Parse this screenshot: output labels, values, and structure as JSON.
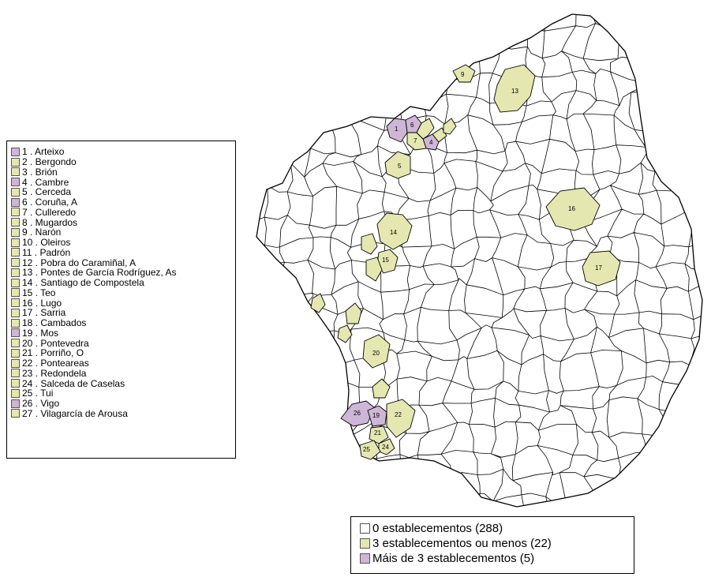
{
  "colors": {
    "none": "#ffffff",
    "few": "#e4e8b0",
    "many": "#cdb6d6",
    "border": "#000000"
  },
  "municipalities": [
    {
      "num": "1",
      "label": "1 . Arteixo",
      "class": "many"
    },
    {
      "num": "2",
      "label": "2 . Bergondo",
      "class": "few"
    },
    {
      "num": "3",
      "label": "3 . Brión",
      "class": "few"
    },
    {
      "num": "4",
      "label": "4 . Cambre",
      "class": "many"
    },
    {
      "num": "5",
      "label": "5 . Cerceda",
      "class": "few"
    },
    {
      "num": "6",
      "label": "6 . Coruña, A",
      "class": "many"
    },
    {
      "num": "7",
      "label": "7 . Culleredo",
      "class": "few"
    },
    {
      "num": "8",
      "label": "8 . Mugardos",
      "class": "few"
    },
    {
      "num": "9",
      "label": "9 . Narón",
      "class": "few"
    },
    {
      "num": "10",
      "label": "10 . Oleiros",
      "class": "few"
    },
    {
      "num": "11",
      "label": "11 . Padrón",
      "class": "few"
    },
    {
      "num": "12",
      "label": "12 . Pobra do Caramiñal, A",
      "class": "few"
    },
    {
      "num": "13",
      "label": "13 . Pontes de García Rodríguez, As",
      "class": "few"
    },
    {
      "num": "14",
      "label": "14 . Santiago de Compostela",
      "class": "few"
    },
    {
      "num": "15",
      "label": "15 . Teo",
      "class": "few"
    },
    {
      "num": "16",
      "label": "16 . Lugo",
      "class": "few"
    },
    {
      "num": "17",
      "label": "17 . Sarria",
      "class": "few"
    },
    {
      "num": "18",
      "label": "18 . Cambados",
      "class": "few"
    },
    {
      "num": "19",
      "label": "19 . Mos",
      "class": "many"
    },
    {
      "num": "20",
      "label": "20 . Pontevedra",
      "class": "few"
    },
    {
      "num": "21",
      "label": "21 . Porriño, O",
      "class": "few"
    },
    {
      "num": "22",
      "label": "22 . Ponteareas",
      "class": "few"
    },
    {
      "num": "23",
      "label": "23 . Redondela",
      "class": "few"
    },
    {
      "num": "24",
      "label": "24 . Salceda de Caselas",
      "class": "few"
    },
    {
      "num": "25",
      "label": "25 . Tui",
      "class": "few"
    },
    {
      "num": "26",
      "label": "26 . Vigo",
      "class": "many"
    },
    {
      "num": "27",
      "label": "27 . Vilagarcía de Arousa",
      "class": "few"
    }
  ],
  "class_legend": [
    {
      "class": "none",
      "label": "0 establecementos (288)"
    },
    {
      "class": "few",
      "label": "3 establecementos ou menos (22)"
    },
    {
      "class": "many",
      "label": "Máis de 3 establecementos (5)"
    }
  ]
}
